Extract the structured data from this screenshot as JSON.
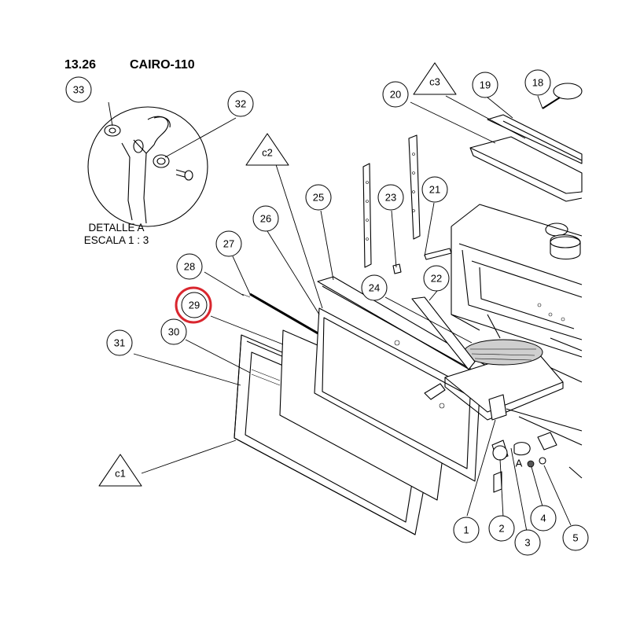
{
  "header": {
    "section": "13.26",
    "model": "CAIRO-110"
  },
  "detail": {
    "line1": "DETALLE A",
    "line2": "ESCALA 1 : 3",
    "view_letter": "A"
  },
  "balloons": [
    "1",
    "2",
    "3",
    "4",
    "5",
    "18",
    "19",
    "20",
    "21",
    "22",
    "23",
    "24",
    "25",
    "26",
    "27",
    "28",
    "29",
    "30",
    "31",
    "32",
    "33"
  ],
  "triangles": [
    "c1",
    "c2",
    "c3"
  ],
  "highlighted_part": "29",
  "colors": {
    "highlight": "#d9262e",
    "line": "#000000"
  }
}
